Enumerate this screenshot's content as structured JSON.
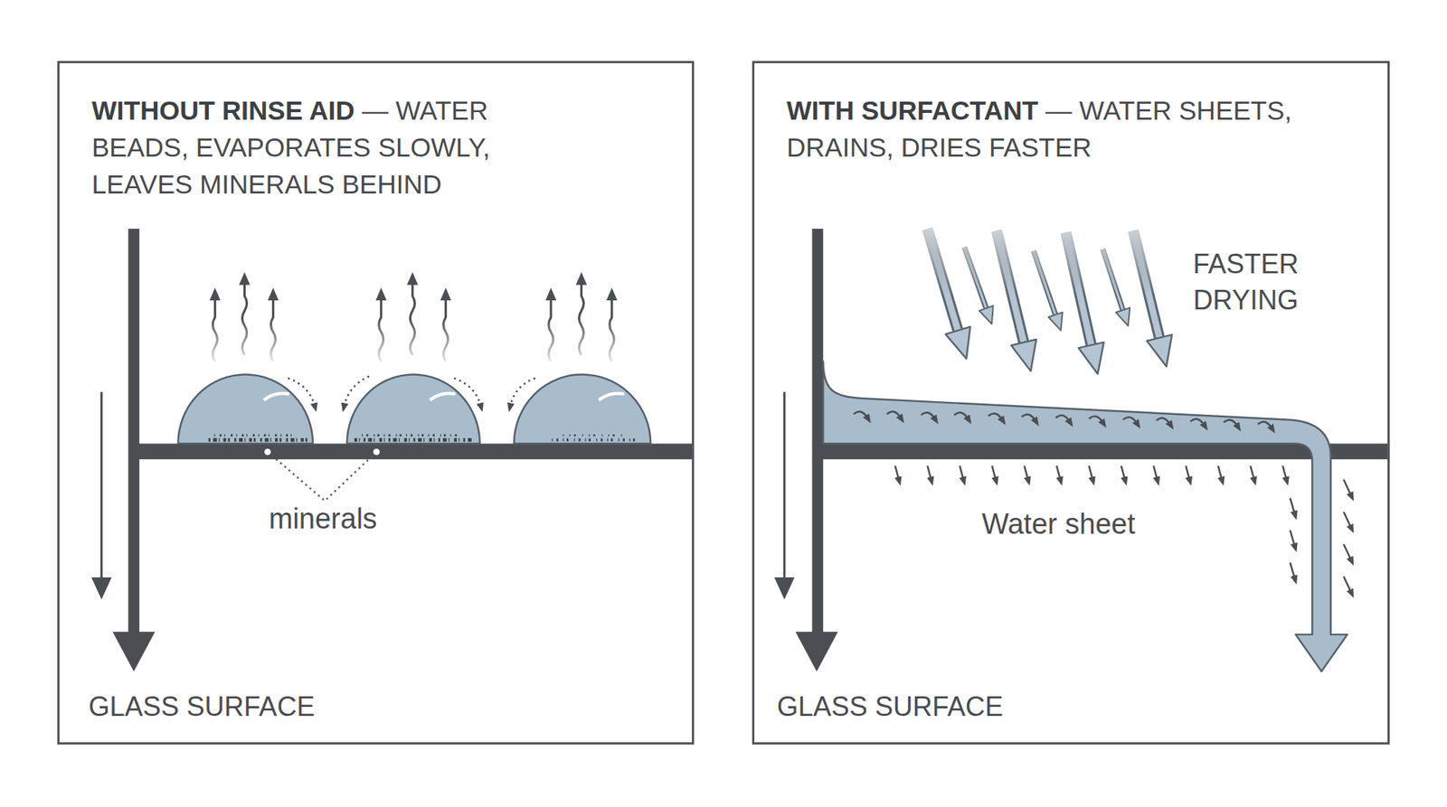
{
  "diagram": {
    "nodes": [
      {
        "text": [
          "WITHOUT RINSE AID",
          "— WATER BEADS, EVAPORATES SLOWLY, LEAVES MINERALS BEHIND"
        ]
      },
      {
        "text": [
          "WITH SURFACTANT",
          "— WATER SHEETS, DRAINS, DRIES FASTER"
        ]
      }
    ],
    "labels": [
      "minerals",
      "GLASS SURFACE",
      "FASTER DRYING",
      "Water sheet",
      "GLASS SURFACE"
    ]
  }
}
